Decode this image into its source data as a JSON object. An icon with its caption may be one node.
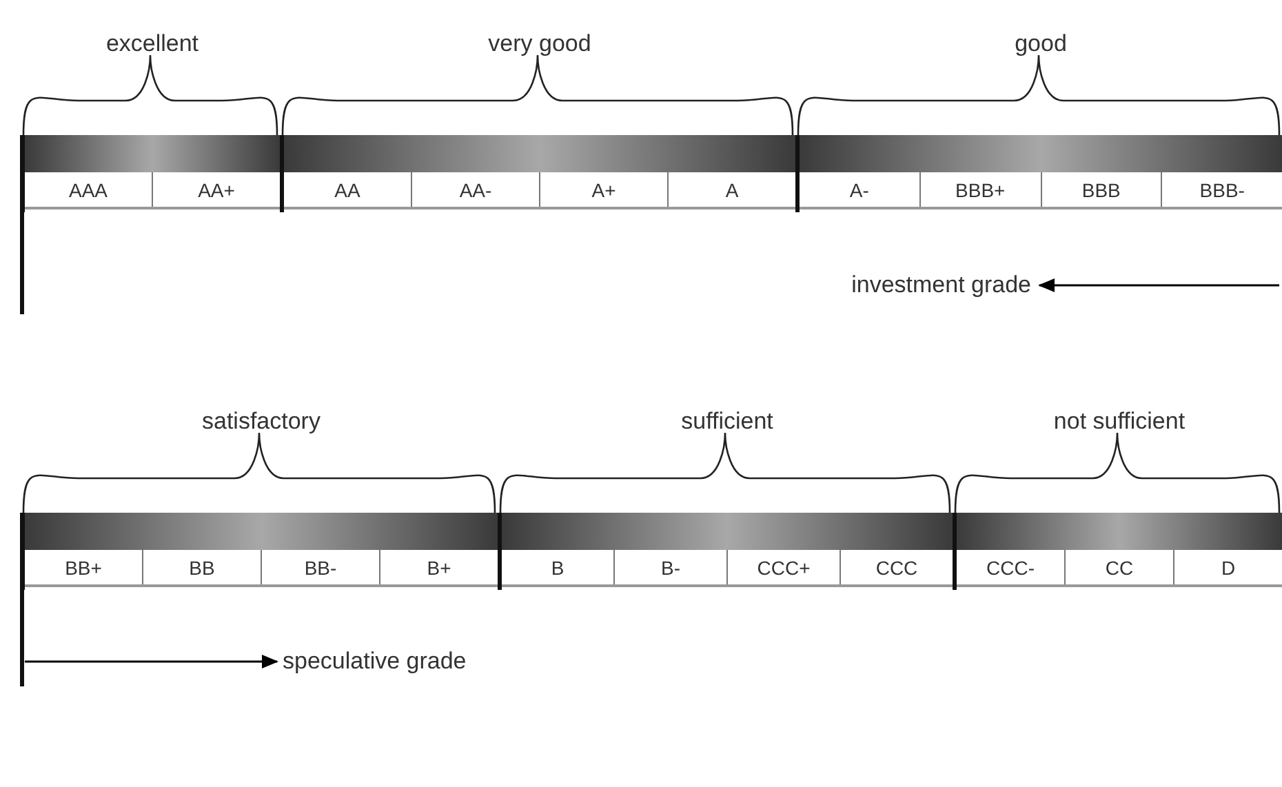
{
  "diagram": {
    "nodes": [
      {
        "text": [
          "excellent"
        ]
      },
      {
        "text": [
          "AAA"
        ],
        "in": 0
      },
      {
        "text": [
          "AA+"
        ],
        "in": 0
      },
      {
        "text": [
          "very good"
        ]
      },
      {
        "text": [
          "AA"
        ],
        "in": 3
      },
      {
        "text": [
          "AA-"
        ],
        "in": 3
      },
      {
        "text": [
          "A+"
        ],
        "in": 3
      },
      {
        "text": [
          "A"
        ],
        "in": 3
      },
      {
        "text": [
          "good"
        ]
      },
      {
        "text": [
          "A-"
        ],
        "in": 8
      },
      {
        "text": [
          "BBB+"
        ],
        "in": 8
      },
      {
        "text": [
          "BBB"
        ],
        "in": 8
      },
      {
        "text": [
          "BBB-"
        ],
        "in": 8
      },
      {
        "text": [
          "investment grade"
        ]
      },
      {
        "text": [
          "satisfactory"
        ]
      },
      {
        "text": [
          "BB+"
        ],
        "in": 14
      },
      {
        "text": [
          "BB"
        ],
        "in": 14
      },
      {
        "text": [
          "BB-"
        ],
        "in": 14
      },
      {
        "text": [
          "B+"
        ],
        "in": 14
      },
      {
        "text": [
          "sufficient"
        ]
      },
      {
        "text": [
          "B"
        ],
        "in": 19
      },
      {
        "text": [
          "B-"
        ],
        "in": 19
      },
      {
        "text": [
          "CCC+"
        ],
        "in": 19
      },
      {
        "text": [
          "CCC"
        ],
        "in": 19
      },
      {
        "text": [
          "not sufficient"
        ]
      },
      {
        "text": [
          "CCC-"
        ],
        "in": 24
      },
      {
        "text": [
          "CC"
        ],
        "in": 24
      },
      {
        "text": [
          "D"
        ],
        "in": 24
      },
      {
        "text": [
          "speculative grade"
        ]
      }
    ],
    "edges": [
      {
        "from": null,
        "to": 13,
        "arrow": "to"
      },
      {
        "from": null,
        "to": 28,
        "arrow": "to"
      }
    ]
  }
}
